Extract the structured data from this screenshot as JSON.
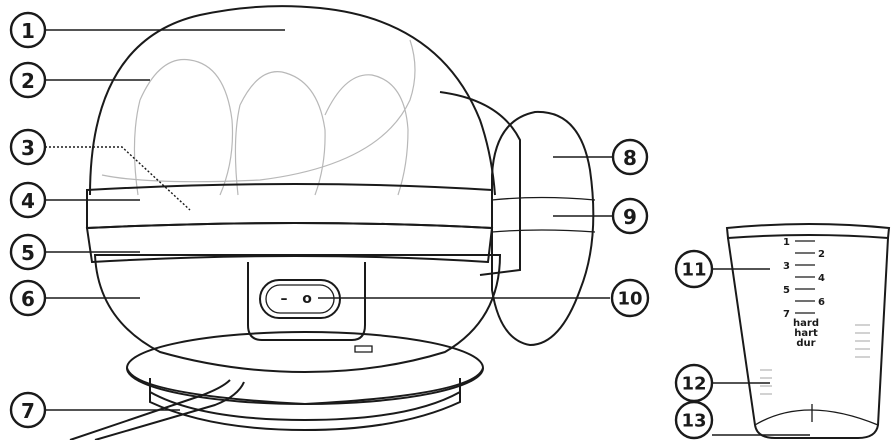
{
  "callouts": [
    "1",
    "2",
    "3",
    "4",
    "5",
    "6",
    "7",
    "8",
    "9",
    "10",
    "11",
    "12",
    "13"
  ],
  "switch": {
    "off_symbol": "–",
    "on_symbol": "o"
  },
  "cup_scale": {
    "left_numbers": [
      "1",
      "3",
      "5",
      "7"
    ],
    "right_numbers": [
      "2",
      "4",
      "6"
    ],
    "hardness_labels": [
      "hard",
      "hart",
      "dur"
    ]
  }
}
